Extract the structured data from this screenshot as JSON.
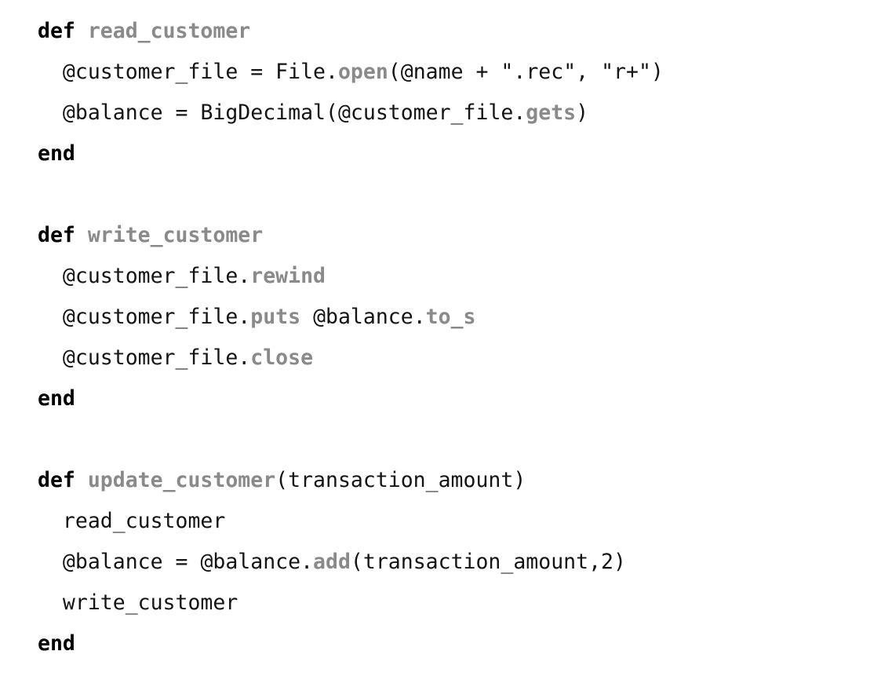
{
  "document": {
    "kind": "source-code-listing",
    "language": "ruby",
    "background_color": "#ffffff",
    "colors": {
      "keyword": "#000000",
      "identifier": "#8a8a8a",
      "method": "#8a8a8a",
      "plain": "#141414"
    }
  },
  "code": {
    "lines": [
      {
        "indent": "",
        "tokens": [
          {
            "kind": "keyword",
            "text": "def"
          },
          {
            "kind": "plain",
            "text": " "
          },
          {
            "kind": "ident",
            "text": "read_customer"
          }
        ]
      },
      {
        "indent": "  ",
        "tokens": [
          {
            "kind": "ivar",
            "text": "@customer_file"
          },
          {
            "kind": "op",
            "text": " = "
          },
          {
            "kind": "const",
            "text": "File"
          },
          {
            "kind": "punct",
            "text": "."
          },
          {
            "kind": "method",
            "text": "open"
          },
          {
            "kind": "punct",
            "text": "("
          },
          {
            "kind": "ivar",
            "text": "@name"
          },
          {
            "kind": "op",
            "text": " + "
          },
          {
            "kind": "string",
            "text": "\".rec\""
          },
          {
            "kind": "punct",
            "text": ", "
          },
          {
            "kind": "string",
            "text": "\"r+\""
          },
          {
            "kind": "punct",
            "text": ")"
          }
        ]
      },
      {
        "indent": "  ",
        "tokens": [
          {
            "kind": "ivar",
            "text": "@balance"
          },
          {
            "kind": "op",
            "text": " = "
          },
          {
            "kind": "const",
            "text": "BigDecimal"
          },
          {
            "kind": "punct",
            "text": "("
          },
          {
            "kind": "ivar",
            "text": "@customer_file"
          },
          {
            "kind": "punct",
            "text": "."
          },
          {
            "kind": "method",
            "text": "gets"
          },
          {
            "kind": "punct",
            "text": ")"
          }
        ]
      },
      {
        "indent": "",
        "tokens": [
          {
            "kind": "keyword",
            "text": "end"
          }
        ]
      },
      {
        "indent": "",
        "blank": true,
        "tokens": []
      },
      {
        "indent": "",
        "tokens": [
          {
            "kind": "keyword",
            "text": "def"
          },
          {
            "kind": "plain",
            "text": " "
          },
          {
            "kind": "ident",
            "text": "write_customer"
          }
        ]
      },
      {
        "indent": "  ",
        "tokens": [
          {
            "kind": "ivar",
            "text": "@customer_file"
          },
          {
            "kind": "punct",
            "text": "."
          },
          {
            "kind": "method",
            "text": "rewind"
          }
        ]
      },
      {
        "indent": "  ",
        "tokens": [
          {
            "kind": "ivar",
            "text": "@customer_file"
          },
          {
            "kind": "punct",
            "text": "."
          },
          {
            "kind": "method",
            "text": "puts"
          },
          {
            "kind": "plain",
            "text": " "
          },
          {
            "kind": "ivar",
            "text": "@balance"
          },
          {
            "kind": "punct",
            "text": "."
          },
          {
            "kind": "method",
            "text": "to_s"
          }
        ]
      },
      {
        "indent": "  ",
        "tokens": [
          {
            "kind": "ivar",
            "text": "@customer_file"
          },
          {
            "kind": "punct",
            "text": "."
          },
          {
            "kind": "method",
            "text": "close"
          }
        ]
      },
      {
        "indent": "",
        "tokens": [
          {
            "kind": "keyword",
            "text": "end"
          }
        ]
      },
      {
        "indent": "",
        "blank": true,
        "tokens": []
      },
      {
        "indent": "",
        "tokens": [
          {
            "kind": "keyword",
            "text": "def"
          },
          {
            "kind": "plain",
            "text": " "
          },
          {
            "kind": "ident",
            "text": "update_customer"
          },
          {
            "kind": "punct",
            "text": "("
          },
          {
            "kind": "plain",
            "text": "transaction_amount"
          },
          {
            "kind": "punct",
            "text": ")"
          }
        ]
      },
      {
        "indent": "  ",
        "tokens": [
          {
            "kind": "plain",
            "text": "read_customer"
          }
        ]
      },
      {
        "indent": "  ",
        "tokens": [
          {
            "kind": "ivar",
            "text": "@balance"
          },
          {
            "kind": "op",
            "text": " = "
          },
          {
            "kind": "ivar",
            "text": "@balance"
          },
          {
            "kind": "punct",
            "text": "."
          },
          {
            "kind": "method",
            "text": "add"
          },
          {
            "kind": "punct",
            "text": "("
          },
          {
            "kind": "plain",
            "text": "transaction_amount"
          },
          {
            "kind": "punct",
            "text": ","
          },
          {
            "kind": "number",
            "text": "2"
          },
          {
            "kind": "punct",
            "text": ")"
          }
        ]
      },
      {
        "indent": "  ",
        "tokens": [
          {
            "kind": "plain",
            "text": "write_customer"
          }
        ]
      },
      {
        "indent": "",
        "tokens": [
          {
            "kind": "keyword",
            "text": "end"
          }
        ]
      }
    ]
  }
}
